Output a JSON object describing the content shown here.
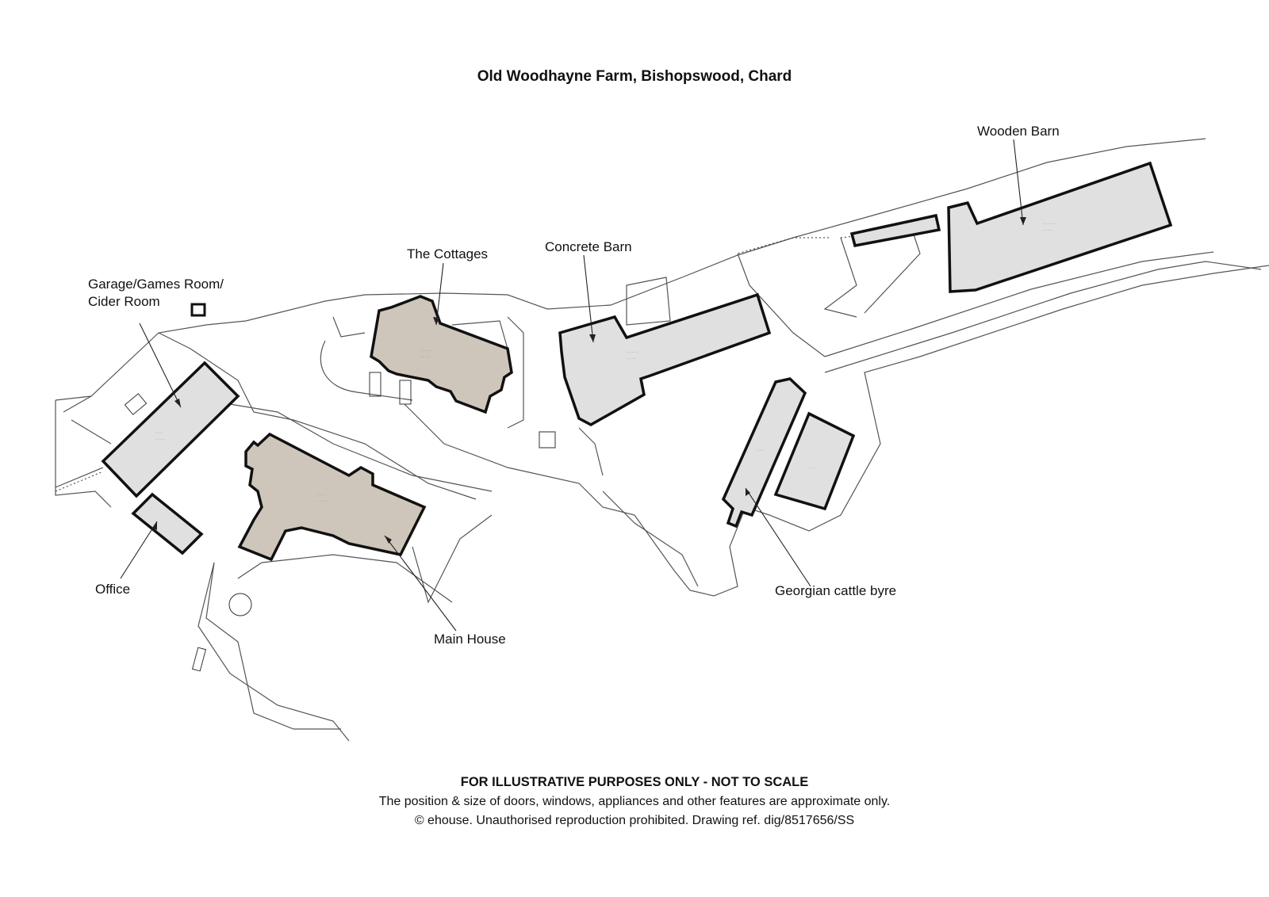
{
  "title": "Old Woodhayne Farm, Bishopswood, Chard",
  "labels": {
    "wooden_barn": "Wooden Barn",
    "the_cottages": "The Cottages",
    "concrete_barn": "Concrete Barn",
    "garage_line1": "Garage/Games Room/",
    "garage_line2": "Cider Room",
    "office": "Office",
    "main_house": "Main House",
    "georgian": "Georgian cattle byre"
  },
  "footer": {
    "line1": "FOR ILLUSTRATIVE PURPOSES ONLY - NOT TO SCALE",
    "line2": "The position & size of doors, windows, appliances and other features are approximate only.",
    "line3": "© ehouse. Unauthorised reproduction prohibited. Drawing ref. dig/8517656/SS"
  },
  "colors": {
    "house_fill": "#cfc6bb",
    "barn_fill": "#e0e0e0",
    "outline": "#111111",
    "site_line": "#555555"
  }
}
